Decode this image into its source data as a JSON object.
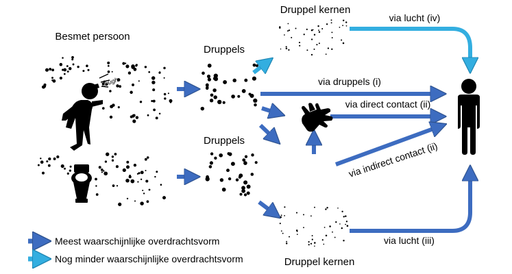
{
  "labels": {
    "infected_person": "Besmet persoon",
    "droplets_top": "Druppels",
    "droplets_bottom": "Druppels",
    "nuclei_top": "Druppel kernen",
    "nuclei_bottom": "Druppel kernen",
    "cough": "cough"
  },
  "routes": {
    "air_iv": "via lucht (iv)",
    "droplets_i": "via druppels (i)",
    "direct_ii": "via direct contact (ii)",
    "indirect_ii": "via indirect contact (ii)",
    "air_iii": "via lucht (iii)"
  },
  "legend": {
    "most_likely": "Meest waarschijnlijke overdrachtsvorm",
    "less_likely": "Nog minder waarschijnlijke overdrachtsvorm"
  },
  "colors": {
    "primary_arrow": "#3d6cc0",
    "primary_arrow_stroke": "#2f538f",
    "secondary_arrow": "#33aee0",
    "secondary_arrow_stroke": "#1f86b3",
    "figure": "#000000"
  }
}
